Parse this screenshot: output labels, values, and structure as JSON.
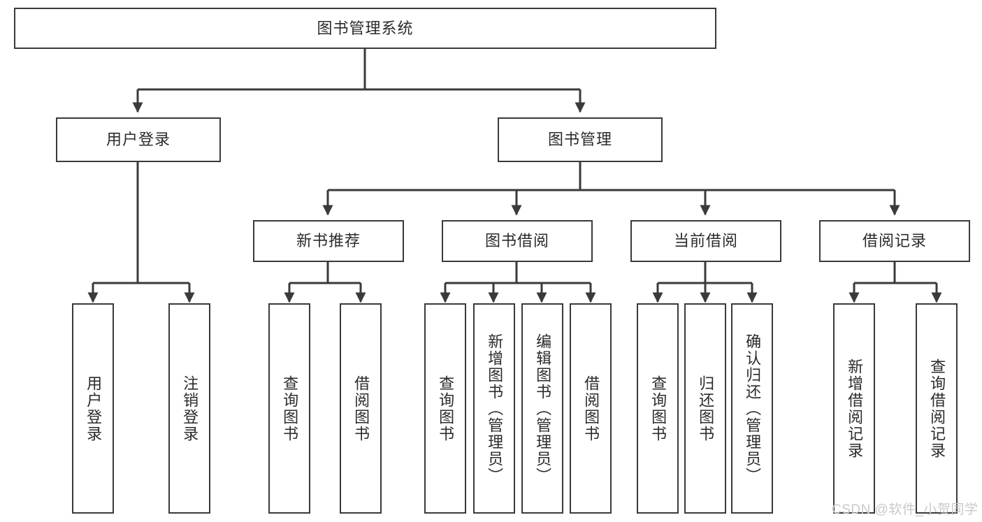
{
  "diagram": {
    "title": "图书管理系统",
    "watermark": "CSDN @软件_小贺同学",
    "line_color": "#3a3a3a",
    "text_color": "#2b2b2b",
    "background": "#ffffff",
    "levels": {
      "root": {
        "label": "图书管理系统"
      },
      "level2": [
        {
          "label": "用户登录"
        },
        {
          "label": "图书管理"
        }
      ],
      "level3": [
        {
          "label": "新书推荐"
        },
        {
          "label": "图书借阅"
        },
        {
          "label": "当前借阅"
        },
        {
          "label": "借阅记录"
        }
      ],
      "leaves": {
        "user_login": [
          {
            "label": "用户登录"
          },
          {
            "label": "注销登录"
          }
        ],
        "new_book_recommend": [
          {
            "label": "查询图书"
          },
          {
            "label": "借阅图书"
          }
        ],
        "book_borrow": [
          {
            "label": "查询图书"
          },
          {
            "label": "新增图书（管理员）"
          },
          {
            "label": "编辑图书（管理员）"
          },
          {
            "label": "借阅图书"
          }
        ],
        "current_borrow": [
          {
            "label": "查询图书"
          },
          {
            "label": "归还图书"
          },
          {
            "label": "确认归还（管理员）"
          }
        ],
        "borrow_record": [
          {
            "label": "新增借阅记录"
          },
          {
            "label": "查询借阅记录"
          }
        ]
      }
    }
  }
}
